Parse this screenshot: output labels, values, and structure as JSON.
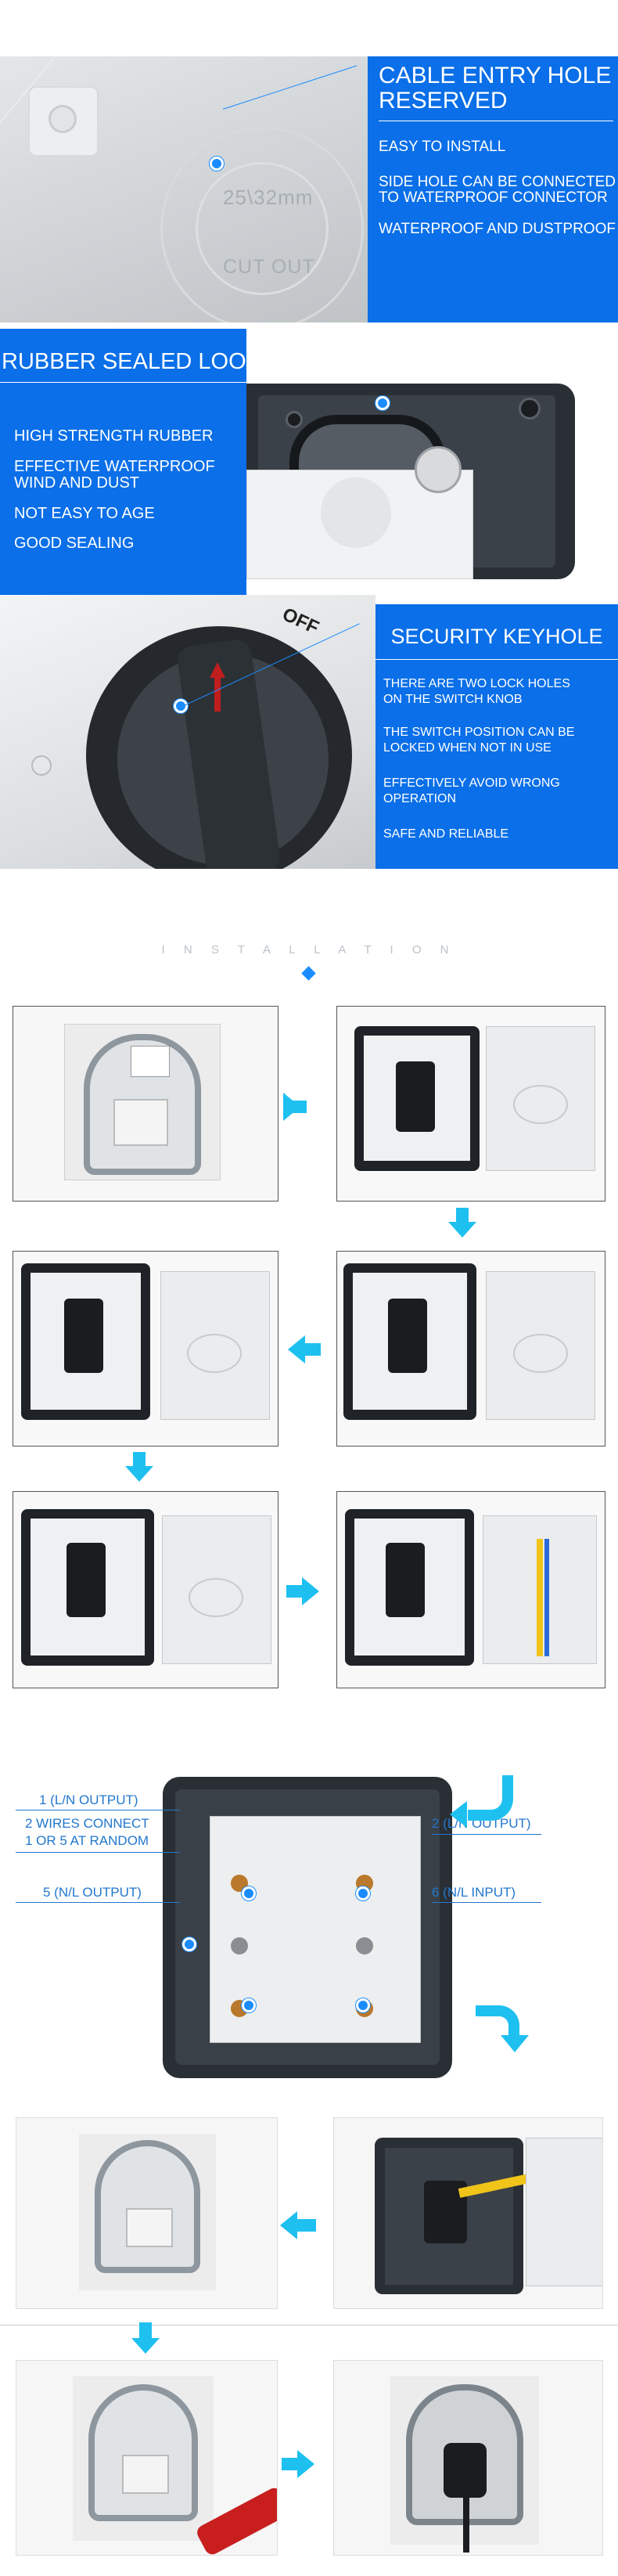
{
  "section1": {
    "title_line1": "CABLE ENTRY HOLE",
    "title_line2": "RESERVED",
    "bullets": [
      "EASY TO INSTALL",
      "SIDE HOLE CAN BE CONNECTED",
      "TO WATERPROOF CONNECTOR",
      "WATERPROOF AND DUSTPROOF"
    ],
    "imprint_size": "25\\32mm",
    "imprint_cut": "CUT OUT"
  },
  "section2": {
    "title": "RUBBER SEALED LOOP",
    "bullets": [
      "HIGH STRENGTH RUBBER",
      "EFFECTIVE WATERPROOF",
      "WIND AND DUST",
      "NOT EASY TO AGE",
      "GOOD SEALING"
    ]
  },
  "section3": {
    "title": "SECURITY KEYHOLE",
    "knob_label": "OFF",
    "bullets": [
      "THERE ARE TWO LOCK HOLES",
      "ON THE SWITCH KNOB",
      "THE SWITCH POSITION CAN BE",
      "LOCKED WHEN NOT IN USE",
      "EFFECTIVELY AVOID WRONG",
      "OPERATION",
      "SAFE AND RELIABLE"
    ]
  },
  "installation": {
    "heading": "I N S T A L L A T I O N"
  },
  "wiring": {
    "label_1": "1 (L/N OUTPUT)",
    "label_2a": "2 WIRES CONNECT",
    "label_2b": "1 OR 5 AT RANDOM",
    "label_5": "5 (N/L OUTPUT)",
    "label_2": "2 (L/N OUTPUT)",
    "label_6": "6 (N/L INPUT)"
  },
  "colors": {
    "accent_blue": "#0a6fe8",
    "arrow_cyan": "#1ec0f0",
    "label_blue": "#2277cc"
  }
}
